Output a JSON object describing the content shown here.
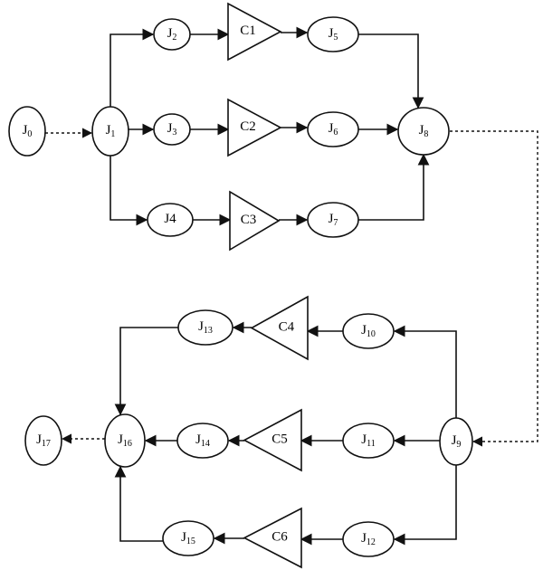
{
  "nodes": [
    {
      "id": "J0",
      "kind": "ellipse",
      "base": "J",
      "sub": "0"
    },
    {
      "id": "J1",
      "kind": "ellipse",
      "base": "J",
      "sub": "1"
    },
    {
      "id": "J2",
      "kind": "ellipse",
      "base": "J",
      "sub": "2"
    },
    {
      "id": "J3",
      "kind": "ellipse",
      "base": "J",
      "sub": "3"
    },
    {
      "id": "J4",
      "kind": "ellipse",
      "base": "J4",
      "sub": ""
    },
    {
      "id": "C1",
      "kind": "triangle",
      "base": "C1",
      "sub": ""
    },
    {
      "id": "C2",
      "kind": "triangle",
      "base": "C2",
      "sub": ""
    },
    {
      "id": "C3",
      "kind": "triangle",
      "base": "C3",
      "sub": ""
    },
    {
      "id": "J5",
      "kind": "ellipse",
      "base": "J",
      "sub": "5"
    },
    {
      "id": "J6",
      "kind": "ellipse",
      "base": "J",
      "sub": "6"
    },
    {
      "id": "J7",
      "kind": "ellipse",
      "base": "J",
      "sub": "7"
    },
    {
      "id": "J8",
      "kind": "ellipse",
      "base": "J",
      "sub": "8"
    },
    {
      "id": "J9",
      "kind": "ellipse",
      "base": "J",
      "sub": "9"
    },
    {
      "id": "J10",
      "kind": "ellipse",
      "base": "J",
      "sub": "10"
    },
    {
      "id": "J11",
      "kind": "ellipse",
      "base": "J",
      "sub": "11"
    },
    {
      "id": "J12",
      "kind": "ellipse",
      "base": "J",
      "sub": "12"
    },
    {
      "id": "C4",
      "kind": "triangle",
      "base": "C4",
      "sub": ""
    },
    {
      "id": "C5",
      "kind": "triangle",
      "base": "C5",
      "sub": ""
    },
    {
      "id": "C6",
      "kind": "triangle",
      "base": "C6",
      "sub": ""
    },
    {
      "id": "J13",
      "kind": "ellipse",
      "base": "J",
      "sub": "13"
    },
    {
      "id": "J14",
      "kind": "ellipse",
      "base": "J",
      "sub": "14"
    },
    {
      "id": "J15",
      "kind": "ellipse",
      "base": "J",
      "sub": "15"
    },
    {
      "id": "J16",
      "kind": "ellipse",
      "base": "J",
      "sub": "16"
    },
    {
      "id": "J17",
      "kind": "ellipse",
      "base": "J",
      "sub": "17"
    }
  ],
  "edges": [
    {
      "from": "J0",
      "to": "J1",
      "style": "dotted"
    },
    {
      "from": "J1",
      "to": "J2",
      "style": "solid"
    },
    {
      "from": "J1",
      "to": "J3",
      "style": "solid"
    },
    {
      "from": "J1",
      "to": "J4",
      "style": "solid"
    },
    {
      "from": "J2",
      "to": "C1",
      "style": "solid"
    },
    {
      "from": "J3",
      "to": "C2",
      "style": "solid"
    },
    {
      "from": "J4",
      "to": "C3",
      "style": "solid"
    },
    {
      "from": "C1",
      "to": "J5",
      "style": "solid"
    },
    {
      "from": "C2",
      "to": "J6",
      "style": "solid"
    },
    {
      "from": "C3",
      "to": "J7",
      "style": "solid"
    },
    {
      "from": "J5",
      "to": "J8",
      "style": "solid"
    },
    {
      "from": "J6",
      "to": "J8",
      "style": "solid"
    },
    {
      "from": "J7",
      "to": "J8",
      "style": "solid"
    },
    {
      "from": "J8",
      "to": "J9",
      "style": "dotted"
    },
    {
      "from": "J9",
      "to": "J10",
      "style": "solid"
    },
    {
      "from": "J9",
      "to": "J11",
      "style": "solid"
    },
    {
      "from": "J9",
      "to": "J12",
      "style": "solid"
    },
    {
      "from": "J10",
      "to": "C4",
      "style": "solid"
    },
    {
      "from": "J11",
      "to": "C5",
      "style": "solid"
    },
    {
      "from": "J12",
      "to": "C6",
      "style": "solid"
    },
    {
      "from": "C4",
      "to": "J13",
      "style": "solid"
    },
    {
      "from": "C5",
      "to": "J14",
      "style": "solid"
    },
    {
      "from": "C6",
      "to": "J15",
      "style": "solid"
    },
    {
      "from": "J13",
      "to": "J16",
      "style": "solid"
    },
    {
      "from": "J14",
      "to": "J16",
      "style": "solid"
    },
    {
      "from": "J15",
      "to": "J16",
      "style": "solid"
    },
    {
      "from": "J16",
      "to": "J17",
      "style": "dotted"
    }
  ]
}
